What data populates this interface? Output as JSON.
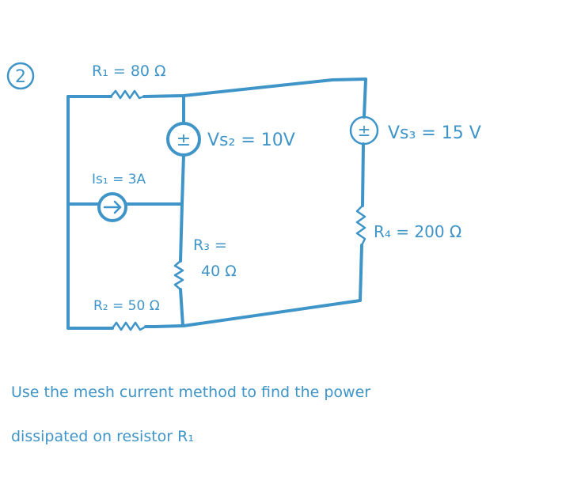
{
  "problem_number": "2",
  "labels": {
    "r1": "R₁ = 80 Ω",
    "vs2": "Vs₂ = 10V",
    "vs3": "Vs₃ = 15 V",
    "is1": "Is₁ = 3A",
    "r3_line1": "R₃ =",
    "r3_line2": "40 Ω",
    "r4": "R₄ = 200 Ω",
    "r2": "R₂ = 50 Ω",
    "plus_minus": "±"
  },
  "instruction": {
    "line1": "Use the mesh current method to find the power",
    "line2": "dissipated on resistor R₁"
  },
  "colors": {
    "ink": "#3f95c8"
  }
}
